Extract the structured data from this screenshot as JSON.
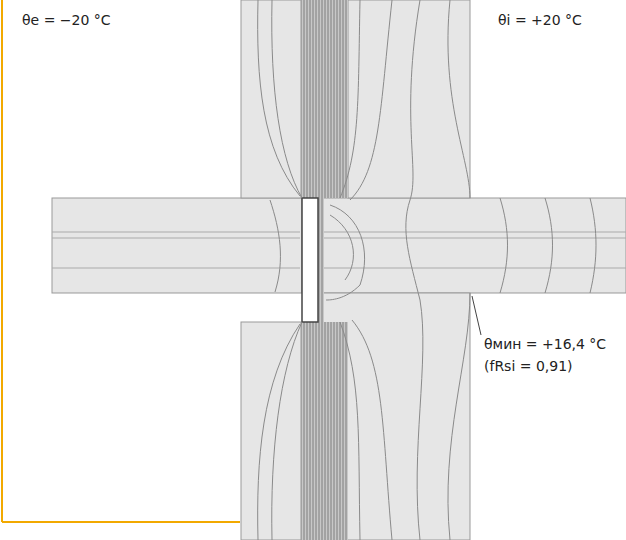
{
  "diagram": {
    "labels": [
      "θe = −20 °C",
      "θi = +20 °C",
      "θмин = +16,4 °C",
      "(fRsi = 0,91)"
    ]
  }
}
